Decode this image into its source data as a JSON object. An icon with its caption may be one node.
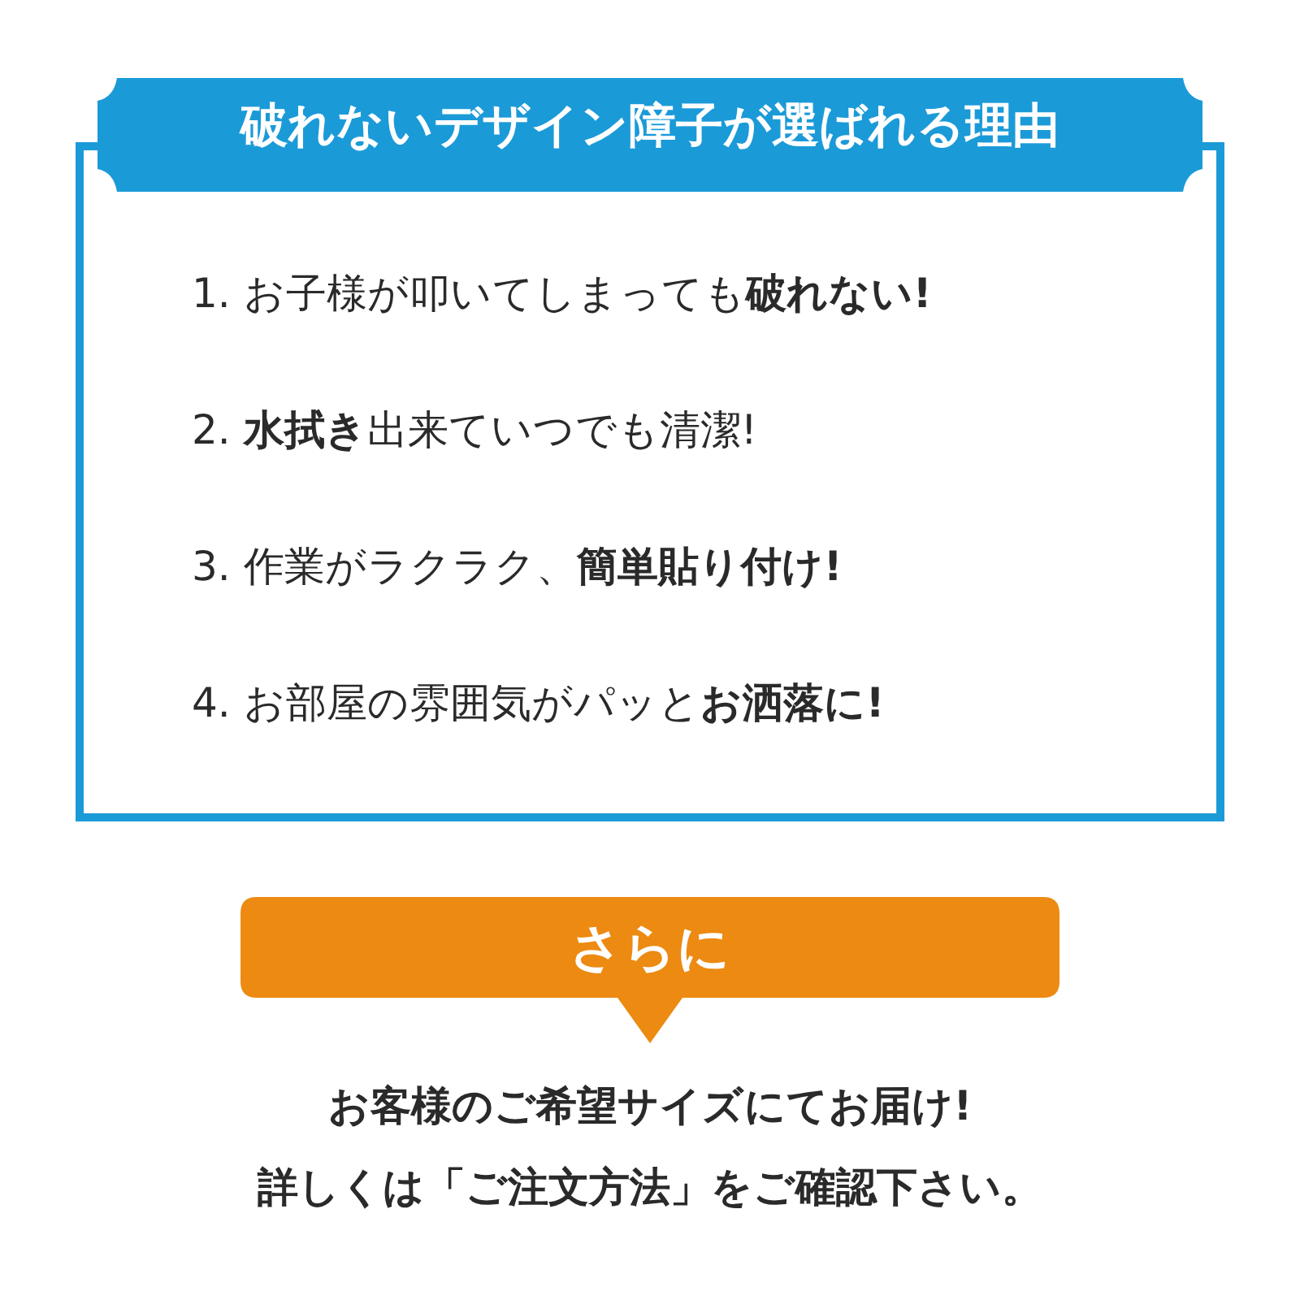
{
  "diagram": {
    "nodes": [
      {
        "text": [
          "**破れない**デザイン障子が選ばれる理由"
        ]
      },
      {
        "text": [
          "さらに"
        ]
      }
    ],
    "labels": [
      "1. お子様が叩いてしまっても**破れない!**",
      "2. **水拭き**出来ていつでも清潔!",
      "3. 作業がラクラク、**簡単貼り付け!**",
      "4. お部屋の雰囲気がパッと**お洒落に!**",
      "お客様の**ご希望サイズ**にてお届け!",
      "詳しくは**「ご注文方法」**をご確認下さい。"
    ]
  }
}
